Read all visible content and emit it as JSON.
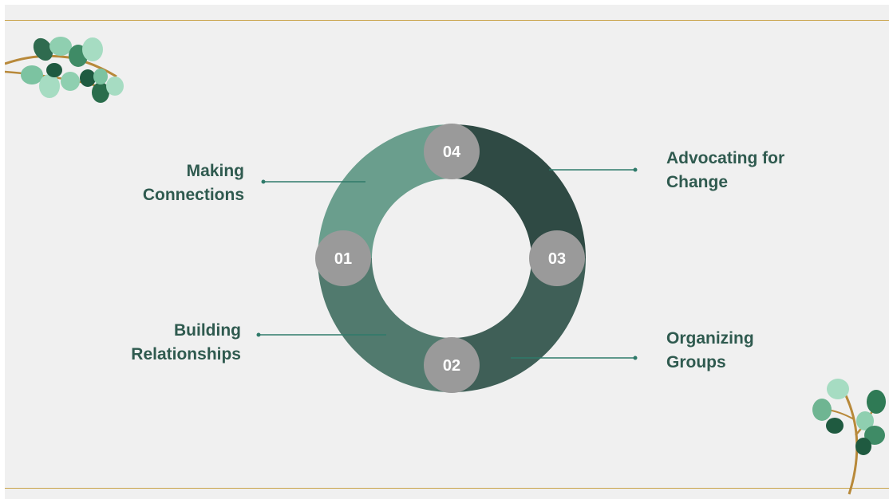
{
  "colors": {
    "background": "#f0f0f0",
    "rule": "#c9a34a",
    "label_text": "#2f5a4f",
    "badge": "#9a9a9a",
    "segment_making": "#6a9e8d",
    "segment_building": "#517a6e",
    "segment_organizing": "#3f5f57",
    "segment_advocating": "#2f4a44",
    "connector": "#2f7a6a"
  },
  "cycle": {
    "steps": [
      {
        "number": "01",
        "lines": [
          "Making",
          "Connections"
        ]
      },
      {
        "number": "02",
        "lines": [
          "Building",
          "Relationships"
        ]
      },
      {
        "number": "03",
        "lines": [
          "Organizing",
          "Groups"
        ]
      },
      {
        "number": "04",
        "lines": [
          "Advocating for",
          "Change"
        ]
      }
    ]
  },
  "decorations": [
    "eucalyptus-branch-icon",
    "eucalyptus-sprig-icon"
  ]
}
